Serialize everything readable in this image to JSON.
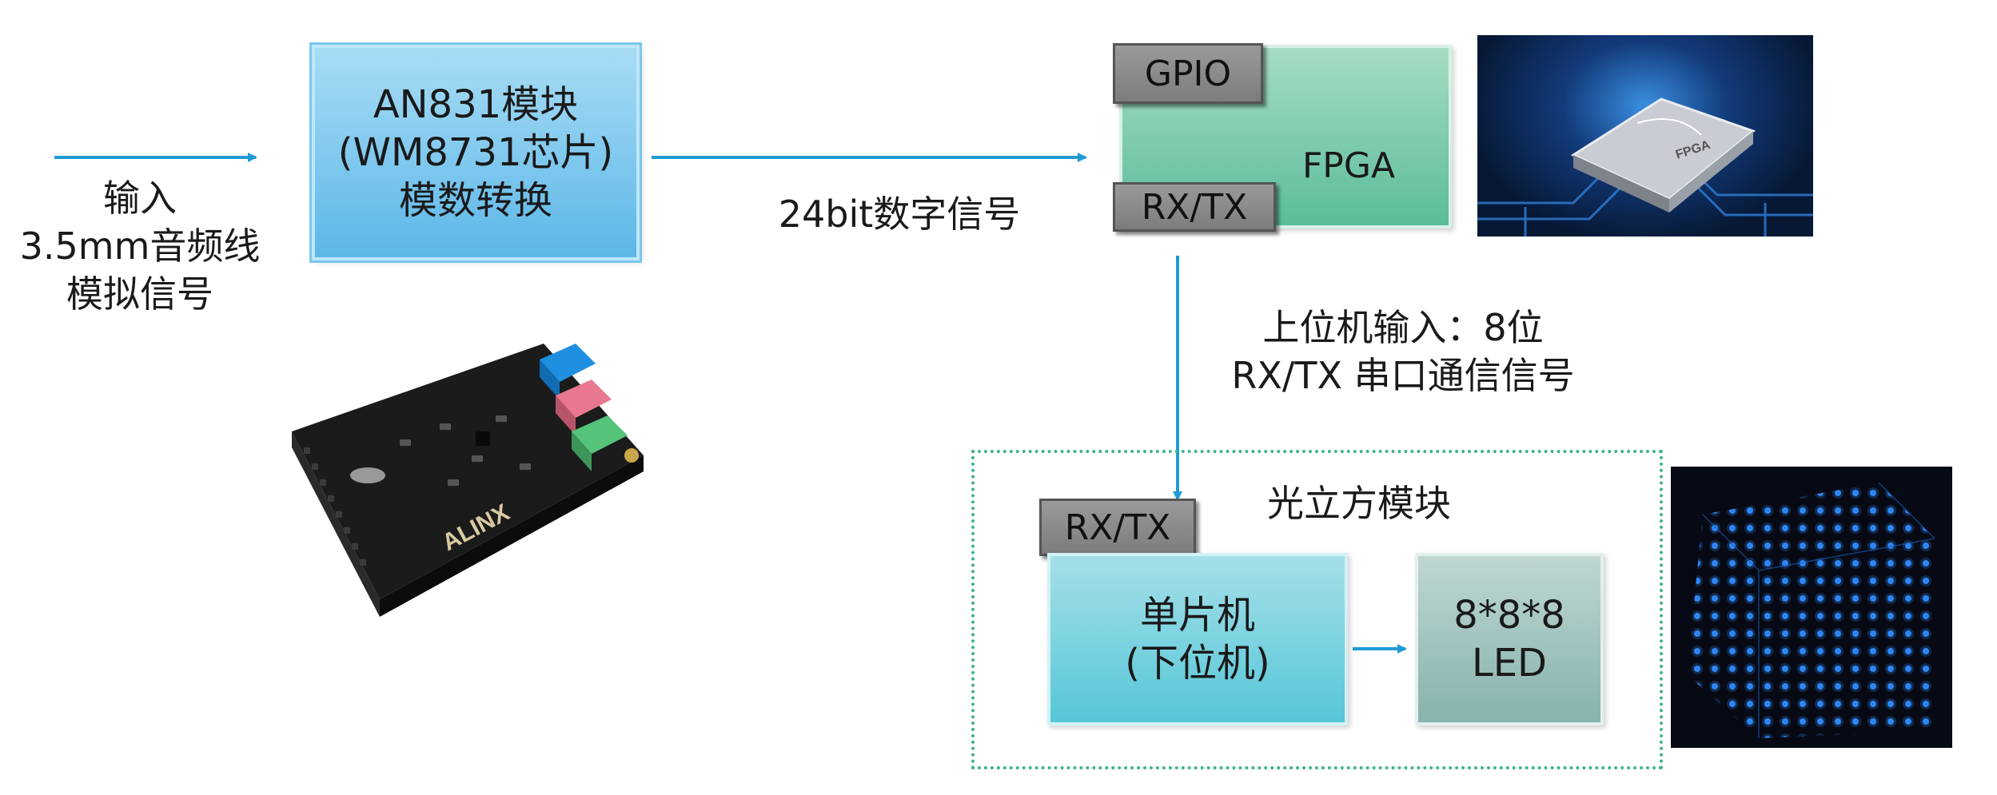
{
  "input_label": [
    "输入",
    "3.5mm音频线",
    "模拟信号"
  ],
  "an831": [
    "AN831模块",
    "(WM8731芯片)",
    "模数转换"
  ],
  "signal_24bit": "24bit数字信号",
  "fpga": {
    "label": "FPGA",
    "gpio": "GPIO",
    "rxtx": "RX/TX"
  },
  "fpga_chip_marking": "FPGA",
  "host_input": [
    "上位机输入：8位",
    "RX/TX 串口通信信号"
  ],
  "cube_module_title": "光立方模块",
  "mcu": {
    "rxtx": "RX/TX",
    "lines": [
      "单片机",
      "(下位机)"
    ]
  },
  "led": [
    "8*8*8",
    "LED"
  ],
  "board_logo": "ALINX",
  "colors": {
    "arrow": "#1f9ad6",
    "an831": "#5cb7e8",
    "fpga": "#5bbd98",
    "mcu": "#56c7d8",
    "led": "#86b3ad",
    "dotted_border": "#3fb38f"
  }
}
